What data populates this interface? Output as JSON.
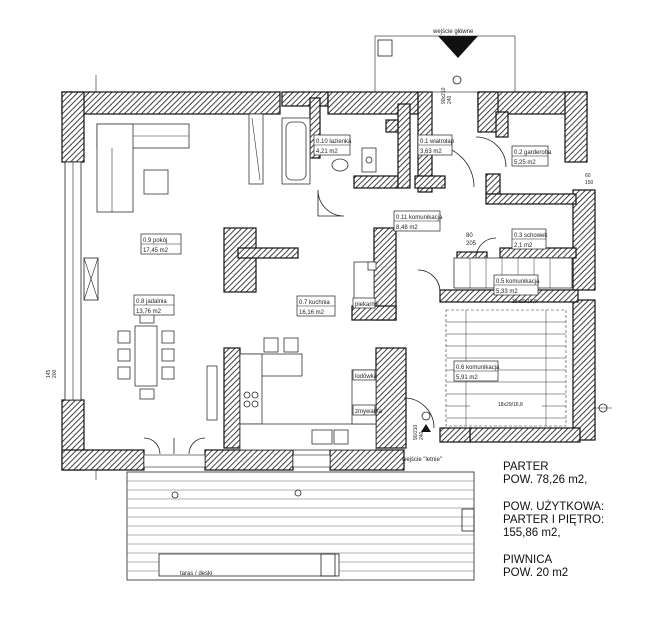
{
  "entrances": {
    "main": "wejście główne",
    "summer": "wejście \"letnie\""
  },
  "terrace_label": "taras / deski",
  "rooms": [
    {
      "id": "lazienka",
      "num": "0.10",
      "name": "łazienka",
      "area": "4,21 m2"
    },
    {
      "id": "wiatrolap",
      "num": "0.1",
      "name": "wiatrołap",
      "area": "3,63 m2"
    },
    {
      "id": "garderoba",
      "num": "0.2",
      "name": "garderoba",
      "area": "5,25 m2"
    },
    {
      "id": "komunikacja1",
      "num": "0.11",
      "name": "komunikacja",
      "area": "8,48 m2"
    },
    {
      "id": "schowek",
      "num": "0.3",
      "name": "schowek",
      "area": "2,1 m2"
    },
    {
      "id": "pokoj",
      "num": "0.9",
      "name": "pokój",
      "area": "17,45 m2"
    },
    {
      "id": "komunikacja2",
      "num": "0.5",
      "name": "komunikacja",
      "area": "5,33 m2"
    },
    {
      "id": "jadalnia",
      "num": "0.8",
      "name": "jadalnia",
      "area": "13,76 m2"
    },
    {
      "id": "kuchnia",
      "num": "0.7",
      "name": "kuchnia",
      "area": "16,16 m2"
    },
    {
      "id": "schody",
      "num": "0.6",
      "name": "komunikacja",
      "area": "5,91 m2"
    }
  ],
  "appliances": {
    "piekarnik": "piekarnik",
    "lodowka": "lodówka",
    "zmywarka": "zmywarka"
  },
  "dims": {
    "door_main": "90x210",
    "door_main2": "240",
    "door_schowek_a": "80",
    "door_schowek_b": "205",
    "win_garderoba_a": "60",
    "win_garderoba_b": "150",
    "win_left_a": "145",
    "win_left_b": "200",
    "door_summer_a": "90/210",
    "door_summer_b": "240",
    "stairs_upper": "18x29/16,8",
    "stairs_lower": "18x29/16,8"
  },
  "summary": {
    "line1": "PARTER",
    "line2": "POW. 78,26 m2,",
    "line3": "POW. UŻYTKOWA:",
    "line4": "PARTER I PIĘTRO:",
    "line5": "155,86 m2,",
    "line6": "PIWNICA",
    "line7": "POW. 20 m2"
  }
}
